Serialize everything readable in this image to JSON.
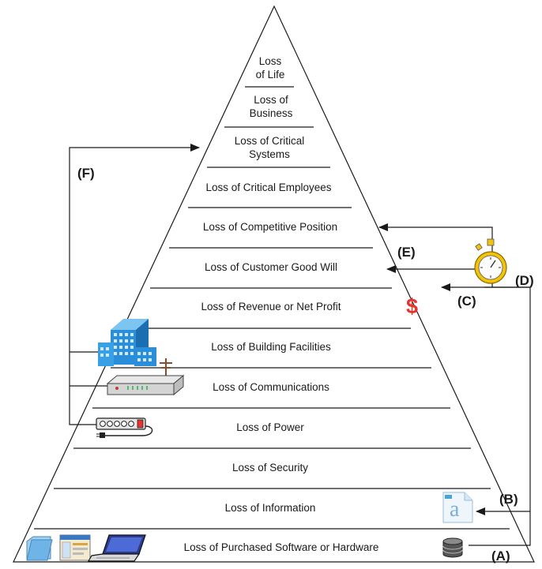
{
  "levels": [
    {
      "id": "life",
      "lines": [
        "Loss",
        "of Life"
      ]
    },
    {
      "id": "business",
      "lines": [
        "Loss of",
        "Business"
      ]
    },
    {
      "id": "critical_systems",
      "lines": [
        "Loss of Critical",
        "Systems"
      ]
    },
    {
      "id": "critical_employees",
      "lines": [
        "Loss of Critical Employees"
      ]
    },
    {
      "id": "competitive_position",
      "lines": [
        "Loss of Competitive Position"
      ]
    },
    {
      "id": "customer_good_will",
      "lines": [
        "Loss of Customer Good Will"
      ]
    },
    {
      "id": "revenue",
      "lines": [
        "Loss of Revenue or Net Profit"
      ]
    },
    {
      "id": "building",
      "lines": [
        "Loss of Building Facilities"
      ]
    },
    {
      "id": "communications",
      "lines": [
        "Loss of Communications"
      ]
    },
    {
      "id": "power",
      "lines": [
        "Loss of Power"
      ]
    },
    {
      "id": "security",
      "lines": [
        "Loss of Security"
      ]
    },
    {
      "id": "information",
      "lines": [
        "Loss of Information"
      ]
    },
    {
      "id": "software_hardware",
      "lines": [
        "Loss of Purchased Software or Hardware"
      ]
    }
  ],
  "labels": {
    "a": "(A)",
    "b": "(B)",
    "c": "(C)",
    "d": "(D)",
    "e": "(E)",
    "f": "(F)"
  },
  "icons": {
    "dollar": "$",
    "information_letter": "a",
    "stopwatch": "stopwatch-icon",
    "building": "office-building-icon",
    "router": "network-device-icon",
    "power_strip": "power-strip-icon",
    "folder": "folder-icon",
    "software_window": "software-window-icon",
    "laptop": "laptop-icon",
    "database": "database-icon"
  },
  "colors": {
    "lines": "#1a1a1a",
    "dollar": "#e8322c",
    "building": "#2a8fd8",
    "stopwatch": "#f2c20c"
  }
}
